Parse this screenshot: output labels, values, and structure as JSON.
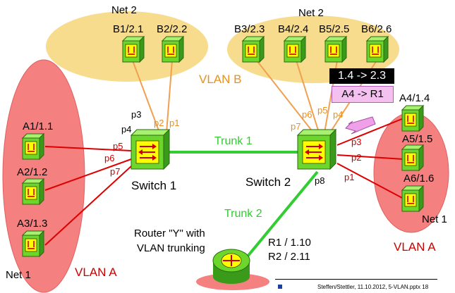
{
  "colors": {
    "vlan_a_fill": "#f58080",
    "vlan_b_fill": "#f6dc8c",
    "access_link_vlan_a": "#dd0000",
    "access_link_vlan_b": "#f0a050",
    "trunk": "#33cc33",
    "device_green": "#6cd62c",
    "device_yellow": "#ffff00",
    "pink_box": "#f4c0f0"
  },
  "networks": {
    "net2_left": "Net 2",
    "net2_right": "Net 2",
    "net1_left": "Net 1",
    "net1_right": "Net 1",
    "vlan_b": "VLAN B",
    "vlan_a_left": "VLAN A",
    "vlan_a_right": "VLAN A"
  },
  "hosts": {
    "a1": "A1/1.1",
    "a2": "A2/1.2",
    "a3": "A3/1.3",
    "b1": "B1/2.1",
    "b2": "B2/2.2",
    "b3": "B3/2.3",
    "b4": "B4/2.4",
    "b5": "B5/2.5",
    "b6": "B6/2.6",
    "a4": "A4/1.4",
    "a5": "A5/1.5",
    "a6": "A6/1.6"
  },
  "switches": {
    "s1": "Switch 1",
    "s2": "Switch 2"
  },
  "ports": {
    "s1_p1": "p1",
    "s1_p2": "p2",
    "s1_p3": "p3",
    "s1_p4": "p4",
    "s1_p5": "p5",
    "s1_p6": "p6",
    "s1_p7": "p7",
    "s2_p1": "p1",
    "s2_p2": "p2",
    "s2_p3": "p3",
    "s2_p4": "p4",
    "s2_p5": "p5",
    "s2_p6": "p6",
    "s2_p7": "p7",
    "s2_p8": "p8"
  },
  "trunks": {
    "t1": "Trunk 1",
    "t2": "Trunk 2"
  },
  "router": {
    "line1": "Router \"Y\" with",
    "line2": "VLAN trunking",
    "addr1": "R1 / 1.10",
    "addr2": "R2 / 2.11"
  },
  "annotations": {
    "black_box": "1.4 -> 2.3",
    "pink_box": "A4 -> R1"
  },
  "footer": "Steffen/Stettler, 11.10.2012, 5-VLAN.pptx 18"
}
